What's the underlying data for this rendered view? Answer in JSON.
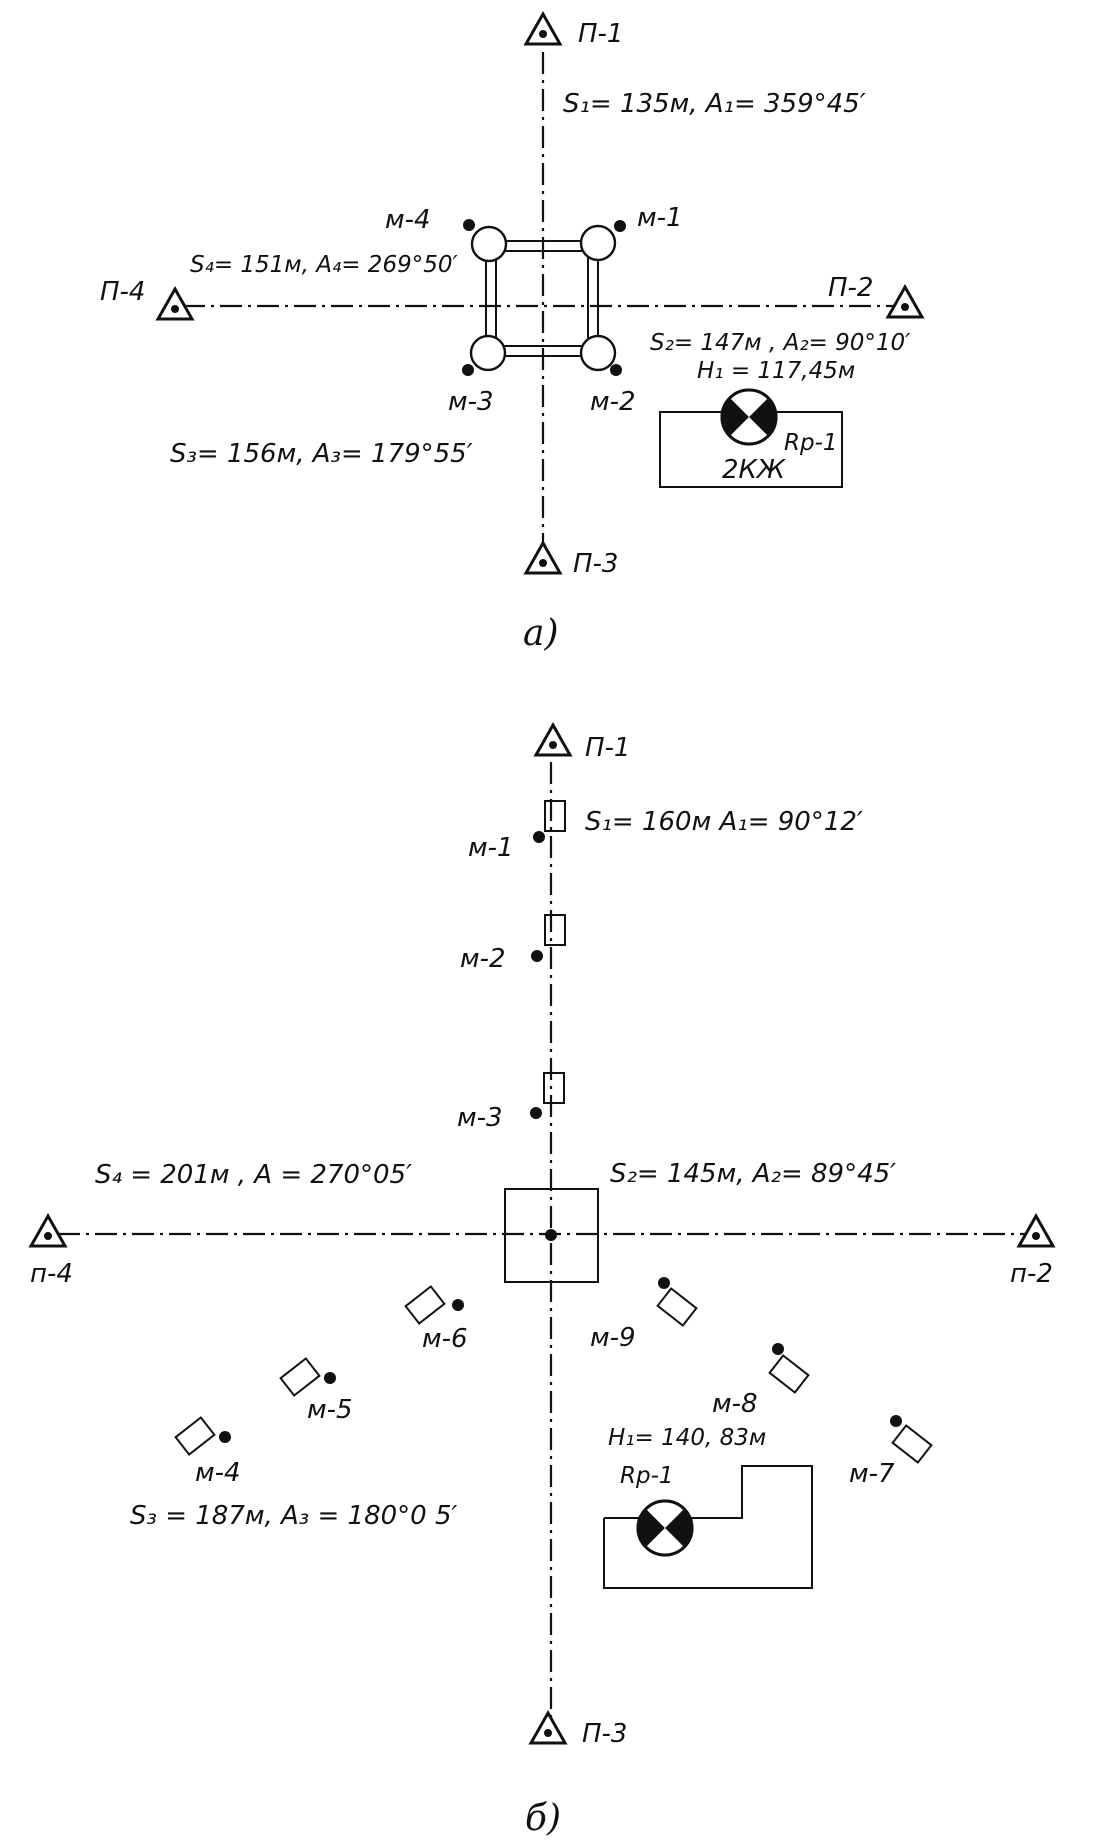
{
  "diagram_a": {
    "points": {
      "p1": "П-1",
      "p2": "П-2",
      "p3": "П-3",
      "p4": "П-4"
    },
    "markers": {
      "m1": "м-1",
      "m2": "м-2",
      "m3": "м-3",
      "m4": "м-4"
    },
    "distances": {
      "s1": "S₁= 135м, A₁= 359°45′",
      "s2": "S₂= 147м , A₂= 90°10′",
      "h1": "H₁ = 117,45м",
      "s3": "S₃= 156м, A₃= 179°55′",
      "s4": "S₄= 151м, A₄= 269°50′"
    },
    "benchmark": {
      "label": "Rp-1",
      "sublabel": "2КЖ"
    },
    "caption": "а)"
  },
  "diagram_b": {
    "points": {
      "p1": "П-1",
      "p2": "п-2",
      "p3": "П-3",
      "p4": "п-4"
    },
    "markers": {
      "m1": "м-1",
      "m2": "м-2",
      "m3": "м-3",
      "m4": "м-4",
      "m5": "м-5",
      "m6": "м-6",
      "m7": "м-7",
      "m8": "м-8",
      "m9": "м-9"
    },
    "distances": {
      "s1": "S₁= 160м  A₁= 90°12′",
      "s2": "S₂= 145м, A₂= 89°45′",
      "s3": "S₃ = 187м, A₃ = 180°0 5′",
      "s4": "S₄ = 201м , A = 270°05′",
      "h1": "H₁= 140, 83м"
    },
    "benchmark": {
      "label": "Rp-1"
    },
    "caption": "б)"
  },
  "icons": [
    "triangle-survey-point-icon",
    "benchmark-cross-icon",
    "marker-dot-icon"
  ]
}
